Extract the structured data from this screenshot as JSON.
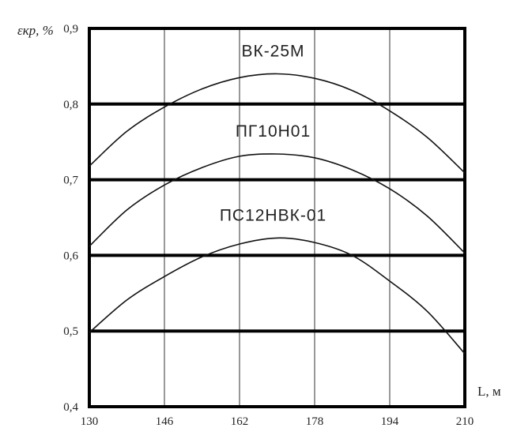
{
  "chart_data": {
    "type": "line",
    "xlabel": "L, м",
    "ylabel": "εкр, %",
    "xlim": [
      130,
      210
    ],
    "ylim": [
      0.4,
      0.9
    ],
    "x_ticks": [
      "130",
      "146",
      "162",
      "178",
      "194",
      "210"
    ],
    "y_ticks": [
      "0,4",
      "0,5",
      "0,6",
      "0,7",
      "0,8",
      "0,9"
    ],
    "grid": true,
    "series": [
      {
        "name": "ВК-25М",
        "x": [
          130,
          138,
          146,
          154,
          162,
          170,
          178,
          186,
          194,
          202,
          210
        ],
        "y": [
          0.718,
          0.764,
          0.796,
          0.82,
          0.835,
          0.84,
          0.834,
          0.818,
          0.791,
          0.756,
          0.709
        ]
      },
      {
        "name": "ПГ10Н01",
        "x": [
          130,
          138,
          146,
          154,
          162,
          170,
          178,
          186,
          194,
          202,
          210
        ],
        "y": [
          0.612,
          0.66,
          0.693,
          0.716,
          0.731,
          0.734,
          0.729,
          0.713,
          0.688,
          0.652,
          0.603
        ]
      },
      {
        "name": "ПС12НВК-01",
        "x": [
          130,
          138,
          146,
          154,
          162,
          170,
          178,
          186,
          194,
          202,
          210
        ],
        "y": [
          0.498,
          0.541,
          0.572,
          0.598,
          0.615,
          0.623,
          0.617,
          0.6,
          0.566,
          0.526,
          0.47
        ]
      }
    ]
  }
}
